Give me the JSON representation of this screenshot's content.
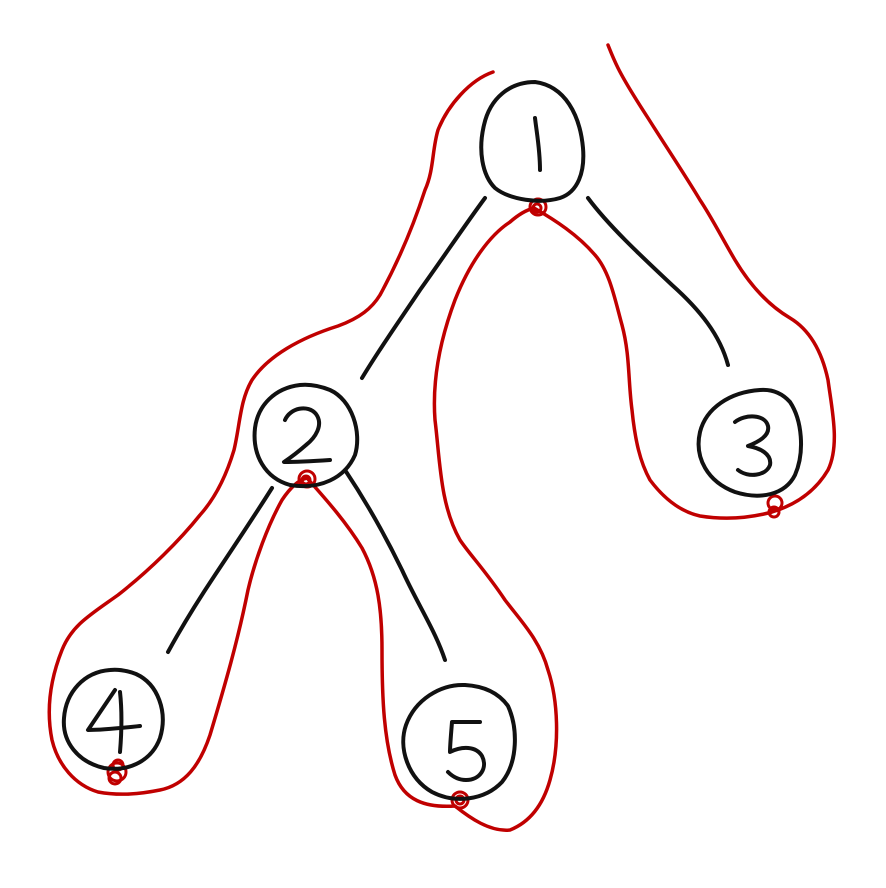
{
  "colors": {
    "ink": "#111111",
    "contour": "#c00000",
    "background": "#ffffff"
  },
  "tree": {
    "nodes": [
      {
        "id": "1",
        "label": "1"
      },
      {
        "id": "2",
        "label": "2"
      },
      {
        "id": "3",
        "label": "3"
      },
      {
        "id": "4",
        "label": "4"
      },
      {
        "id": "5",
        "label": "5"
      }
    ],
    "edges": [
      {
        "from": "1",
        "to": "2"
      },
      {
        "from": "1",
        "to": "3"
      },
      {
        "from": "2",
        "to": "4"
      },
      {
        "from": "2",
        "to": "5"
      }
    ]
  }
}
